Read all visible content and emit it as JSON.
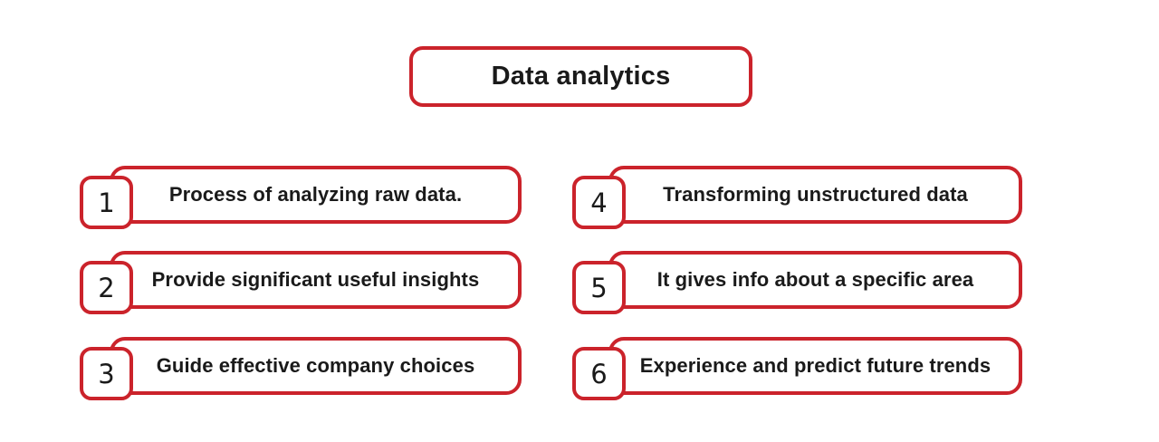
{
  "colors": {
    "accent": "#CB232B",
    "text": "#1a1a1a",
    "box_fill": "#ffffff",
    "background": "#ffffff"
  },
  "title": {
    "label": "Data analytics"
  },
  "items": [
    {
      "number": "1",
      "label": "Process of analyzing raw data."
    },
    {
      "number": "2",
      "label": "Provide significant useful insights"
    },
    {
      "number": "3",
      "label": "Guide effective company choices"
    },
    {
      "number": "4",
      "label": "Transforming unstructured data"
    },
    {
      "number": "5",
      "label": "It gives info about a specific area"
    },
    {
      "number": "6",
      "label": "Experience and predict future trends"
    }
  ]
}
